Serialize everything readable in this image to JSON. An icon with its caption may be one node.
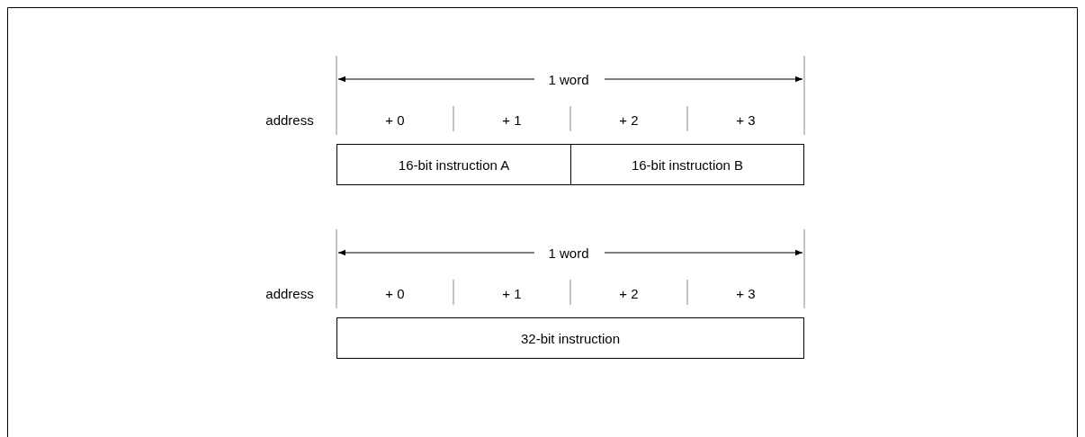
{
  "diagram": {
    "nodes": [
      {
        "text": [
          "16-bit instruction A"
        ]
      },
      {
        "text": [
          "16-bit instruction B"
        ]
      },
      {
        "text": [
          "32-bit instruction"
        ]
      }
    ],
    "edges": [],
    "labels": [
      "1 word",
      "address",
      "+ 0",
      "+ 1",
      "+ 2",
      "+ 3",
      "1 word",
      "address",
      "+ 0",
      "+ 1",
      "+ 2",
      "+ 3"
    ]
  }
}
